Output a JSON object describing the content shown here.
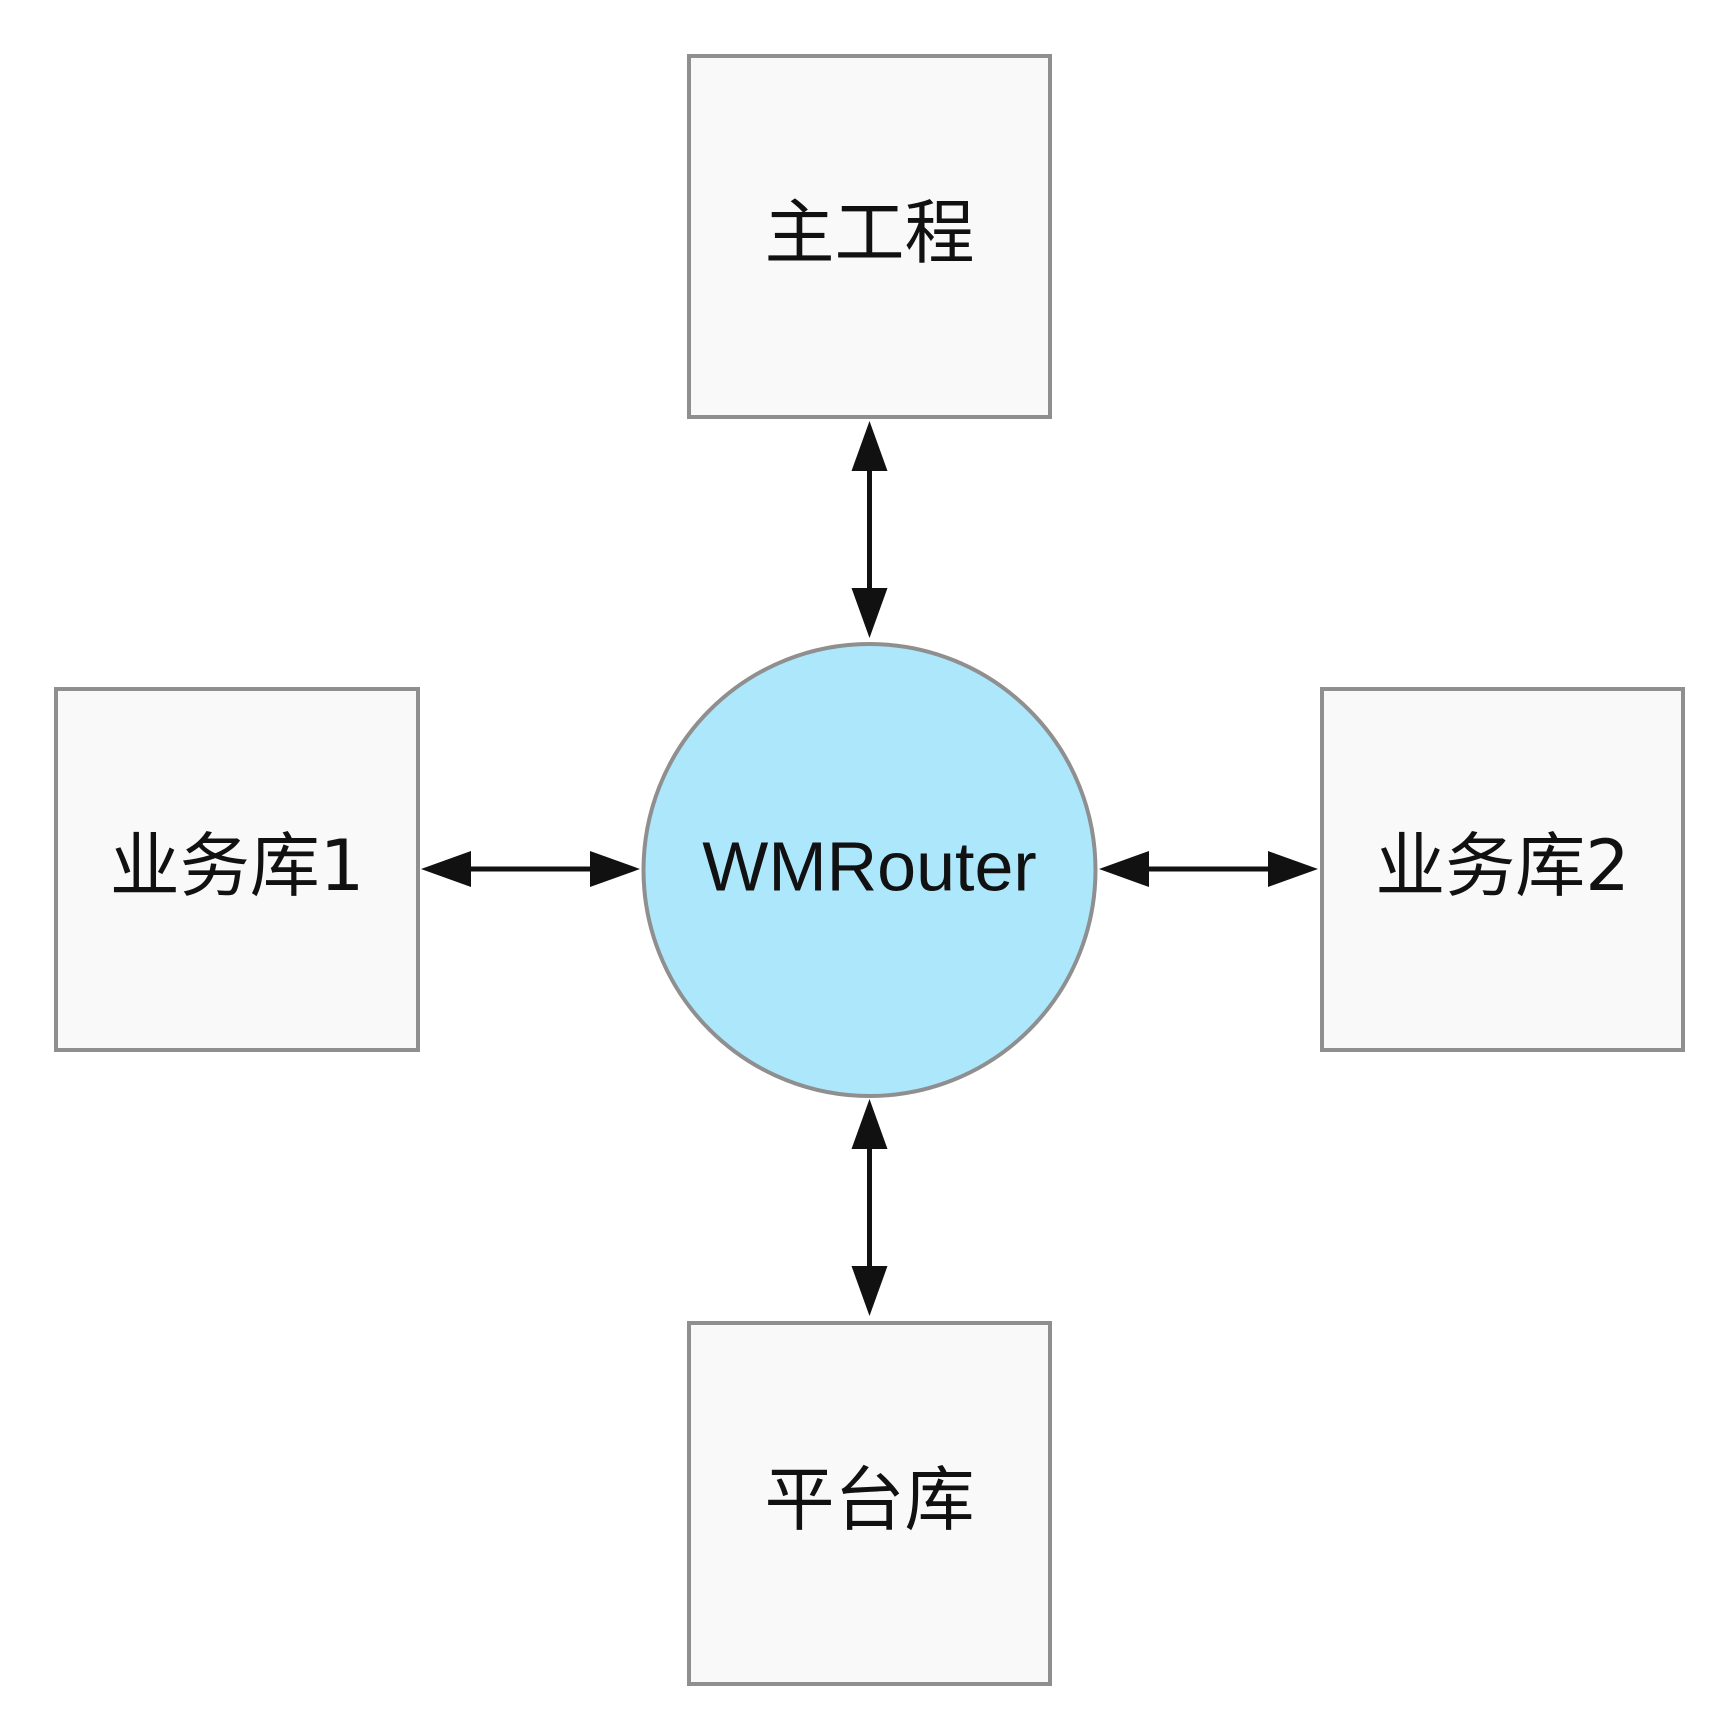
{
  "hub": {
    "label": "WMRouter",
    "fill_color": "#ade7fc"
  },
  "nodes": {
    "top": {
      "label": "主工程"
    },
    "left": {
      "label": "业务库1"
    },
    "right": {
      "label": "业务库2"
    },
    "bottom": {
      "label": "平台库"
    }
  },
  "edges": [
    {
      "from": "top",
      "to": "hub",
      "direction": "bidirectional"
    },
    {
      "from": "left",
      "to": "hub",
      "direction": "bidirectional"
    },
    {
      "from": "right",
      "to": "hub",
      "direction": "bidirectional"
    },
    {
      "from": "bottom",
      "to": "hub",
      "direction": "bidirectional"
    }
  ],
  "colors": {
    "box_fill": "#f9f9f9",
    "box_stroke": "#8f8f8f",
    "arrow": "#111111"
  }
}
